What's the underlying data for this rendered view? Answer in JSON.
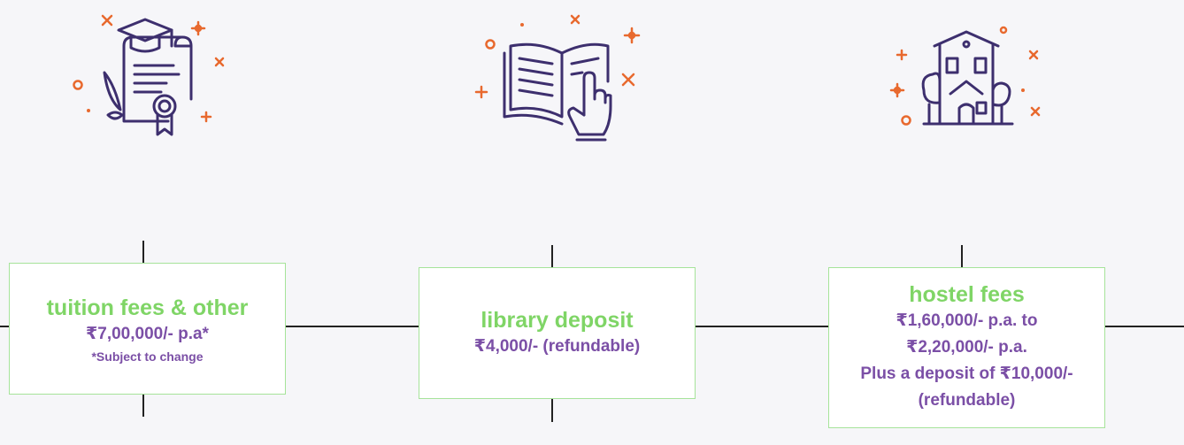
{
  "colors": {
    "title_green": "#7fd566",
    "text_purple": "#7b4fa6",
    "icon_purple": "#3d2f6e",
    "accent_orange": "#e8692e",
    "card_border": "#a6e39a",
    "timeline": "#222222"
  },
  "icons": [
    "graduation-certificate-icon",
    "open-book-hand-icon",
    "house-icon"
  ],
  "cards": [
    {
      "title": "tuition fees & other",
      "lines": [
        "₹7,00,000/- p.a*"
      ],
      "note": "*Subject to change"
    },
    {
      "title": "library deposit",
      "lines": [
        "₹4,000/- (refundable)"
      ]
    },
    {
      "title": "hostel fees",
      "lines": [
        "₹1,60,000/- p.a. to",
        "₹2,20,000/- p.a.",
        "Plus a deposit of ₹10,000/-",
        "(refundable)"
      ]
    }
  ]
}
